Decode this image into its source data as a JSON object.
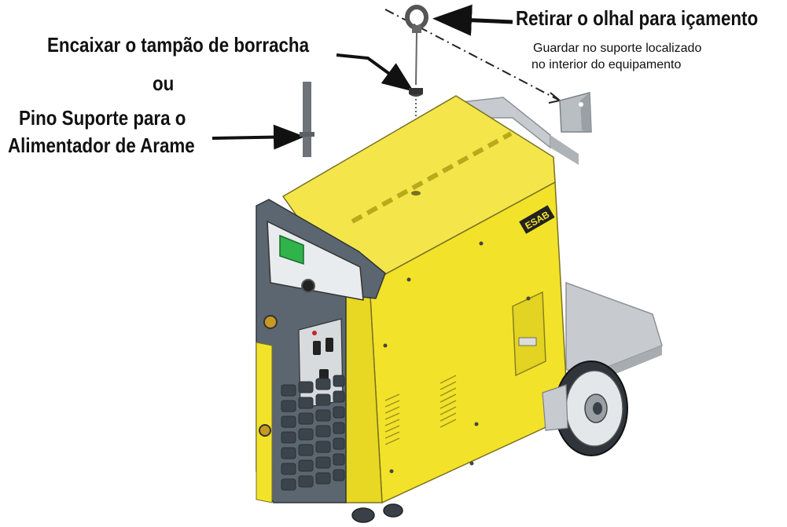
{
  "labels": {
    "remove_eyebolt": "Retirar o olhal para içamento",
    "store_note_line1": "Guardar no suporte localizado",
    "store_note_line2": "no interior do equipamento",
    "fit_rubber_cap": "Encaixar o tampão de borracha",
    "or": "ou",
    "support_pin_line1": "Pino Suporte para o",
    "support_pin_line2": "Alimentador de Arame"
  },
  "brand_logo": "ESAB",
  "colors": {
    "body_yellow": "#f2e32a",
    "body_yellow_dark": "#d6c51b",
    "panel_gray": "#5c6670",
    "panel_gray_light": "#8a9299",
    "tray_gray": "#c7cbcf",
    "display_green": "#2fb34a"
  }
}
